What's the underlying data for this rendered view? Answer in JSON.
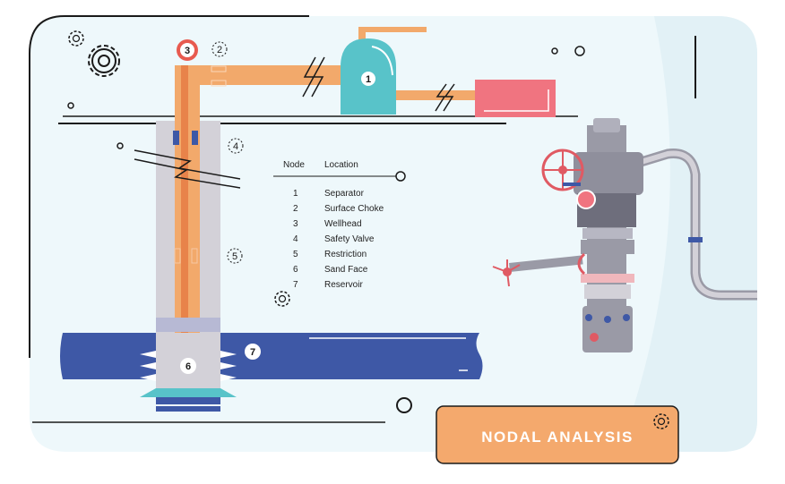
{
  "legend": {
    "header_node": "Node",
    "header_location": "Location",
    "rows": [
      {
        "node": "1",
        "location": "Separator"
      },
      {
        "node": "2",
        "location": "Surface Choke"
      },
      {
        "node": "3",
        "location": "Wellhead"
      },
      {
        "node": "4",
        "location": "Safety Valve"
      },
      {
        "node": "5",
        "location": "Restriction"
      },
      {
        "node": "6",
        "location": "Sand Face"
      },
      {
        "node": "7",
        "location": "Reservoir"
      }
    ]
  },
  "markers": {
    "separator": "1",
    "surface_choke": "2",
    "wellhead": "3",
    "safety_valve": "4",
    "restriction": "5",
    "sand_face": "6",
    "reservoir": "7"
  },
  "title": "NODAL ANALYSIS",
  "colors": {
    "background": "#eef8fb",
    "frame": "#1a1a1a",
    "pipe": "#f2a96b",
    "tubing_inner": "#e8834a",
    "casing": "#d3d1d8",
    "separator": "#58c3c9",
    "tank": "#f07480",
    "reservoir": "#3e58a6",
    "wellhead_marker": "#e85a4f",
    "title_box": "#f4a96d",
    "valve_red": "#e05a63",
    "tree_grey": "#9a9aa6"
  },
  "icons": [
    "gear-icon",
    "gear-icon",
    "gear-icon",
    "gear-icon",
    "gear-icon"
  ]
}
